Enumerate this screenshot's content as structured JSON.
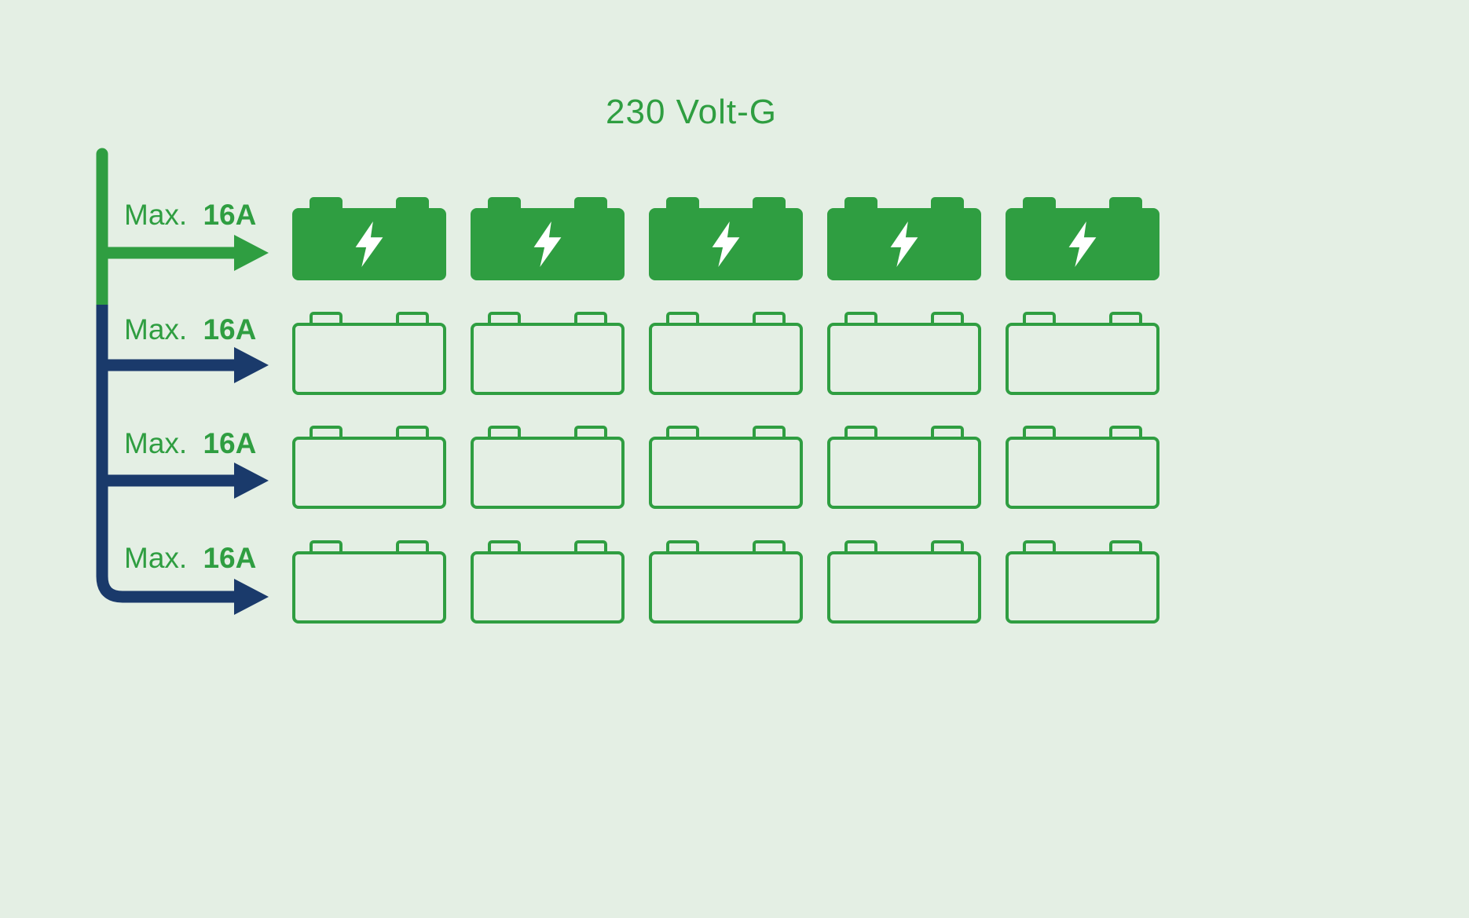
{
  "title": "230 Volt-G",
  "colors": {
    "background": "#e4efe4",
    "green": "#2f9e41",
    "navy": "#1a3a6b",
    "bolt": "#ffffff"
  },
  "rows": [
    {
      "label_prefix": "Max.",
      "label_value": "16A",
      "line_color": "green",
      "battery_count": 5,
      "state": "charging"
    },
    {
      "label_prefix": "Max.",
      "label_value": "16A",
      "line_color": "navy",
      "battery_count": 5,
      "state": "idle"
    },
    {
      "label_prefix": "Max.",
      "label_value": "16A",
      "line_color": "navy",
      "battery_count": 5,
      "state": "idle"
    },
    {
      "label_prefix": "Max.",
      "label_value": "16A",
      "line_color": "navy",
      "battery_count": 5,
      "state": "idle"
    }
  ],
  "icons": {
    "charging": "lightning-bolt-icon",
    "load": "battery-icon"
  }
}
